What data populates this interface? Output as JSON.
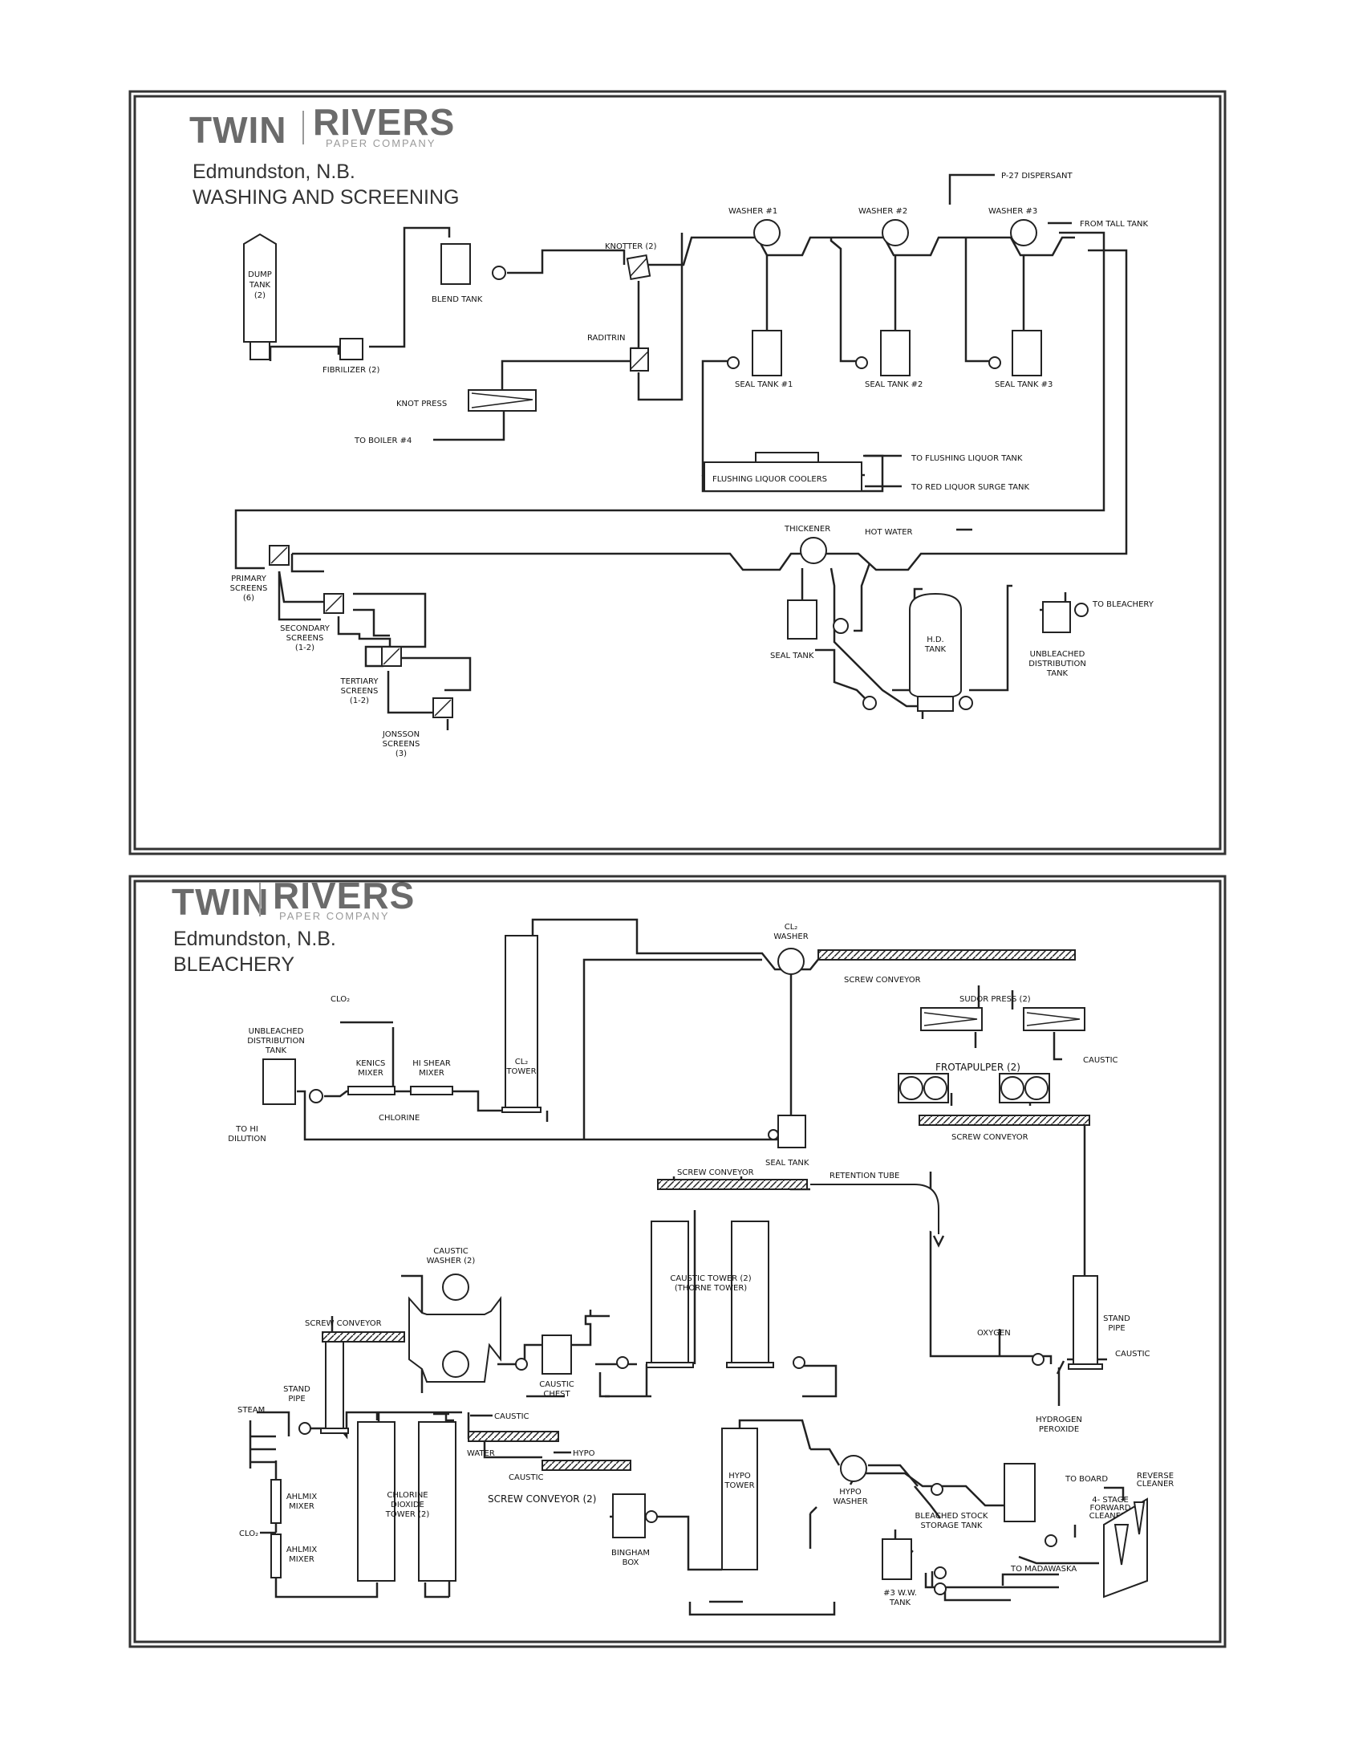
{
  "panels": [
    {
      "brand": {
        "name_left": "TWIN",
        "name_right": "RIVERS",
        "subtitle": "PAPER COMPANY"
      },
      "location": "Edmundston, N.B.",
      "section": "WASHING AND SCREENING",
      "labels": {
        "dump_tank": [
          "DUMP",
          "TANK",
          "(2)"
        ],
        "fiberizer": "FIBRILIZER (2)",
        "blend_tank": "BLEND TANK",
        "knotter": "KNOTTER (2)",
        "radiator": "RADITRIN",
        "knot_press": "KNOT PRESS",
        "to_boiler": "TO BOILER #4",
        "washer1": "WASHER #1",
        "washer2": "WASHER #2",
        "washer3": "WASHER #3",
        "p27": "P-27 DISPERSANT",
        "from_tall": "FROM TALL TANK",
        "seal1": "SEAL TANK #1",
        "seal2": "SEAL TANK #2",
        "seal3": "SEAL TANK #3",
        "coolers": "FLUSHING LIQUOR COOLERS",
        "to_flushing": "TO FLUSHING LIQUOR TANK",
        "to_red": "TO RED LIQUOR SURGE TANK",
        "thickener": "THICKENER",
        "hot_water": "HOT WATER",
        "primary": [
          "PRIMARY",
          "SCREENS",
          "(6)"
        ],
        "secondary": [
          "SECONDARY",
          "SCREENS",
          "(1-2)"
        ],
        "tertiary": [
          "TERTIARY",
          "SCREENS",
          "(1-2)"
        ],
        "jonsson": [
          "JONSSON",
          "SCREENS",
          "(3)"
        ],
        "seal_tank": "SEAL TANK",
        "hd_tank": [
          "H.D.",
          "TANK"
        ],
        "unbleached": [
          "UNBLEACHED",
          "DISTRIBUTION",
          "TANK"
        ],
        "to_bleachery": "TO BLEACHERY"
      }
    },
    {
      "brand": {
        "name_left": "TWIN",
        "name_right": "RIVERS",
        "subtitle": "PAPER COMPANY"
      },
      "location": "Edmundston, N.B.",
      "section": "BLEACHERY",
      "labels": {
        "clo2_top": "CLO₂",
        "unbleached": [
          "UNBLEACHED",
          "DISTRIBUTION",
          "TANK"
        ],
        "kenics": [
          "KENICS",
          "MIXER"
        ],
        "hi_shear": [
          "HI SHEAR",
          "MIXER"
        ],
        "chlorine": "CHLORINE",
        "cl2_tower": [
          "CL₂",
          "TOWER"
        ],
        "to_hi": [
          "TO HI",
          "DILUTION"
        ],
        "cl2_washer": [
          "CL₂",
          "WASHER"
        ],
        "screw_conveyor": "SCREW CONVEYOR",
        "sudor_press": "SUDOR PRESS (2)",
        "caustic": "CAUSTIC",
        "frotapulper": "FROTAPULPER (2)",
        "seal_tank": "SEAL TANK",
        "screw_conveyor_2": "SCREW CONVEYOR",
        "screw_conveyor_3": "SCREW CONVEYOR",
        "retention_tube": "RETENTION TUBE",
        "caustic_washer": [
          "CAUSTIC",
          "WASHER (2)"
        ],
        "caustic_tower": [
          "CAUSTIC TOWER (2)",
          "(THORNE TOWER)"
        ],
        "screw_conveyor_4": "SCREW CONVEYOR",
        "oxygen": "OXYGEN",
        "stand_pipe_r": [
          "STAND",
          "PIPE"
        ],
        "caustic_r": "CAUSTIC",
        "stand_pipe_l": [
          "STAND",
          "PIPE"
        ],
        "caustic_chest": [
          "CAUSTIC",
          "CHEST"
        ],
        "hydrogen": [
          "HYDROGEN",
          "PEROXIDE"
        ],
        "steam": "STEAM",
        "caustic_2": "CAUSTIC",
        "water": "WATER",
        "hypo_in": "HYPO",
        "caustic_3": "CAUSTIC",
        "ahlmix1": [
          "AHLMIX",
          "MIXER"
        ],
        "clo2_bottom": "CLO₂",
        "ahlmix2": [
          "AHLMIX",
          "MIXER"
        ],
        "chlorine_dioxide": [
          "CHLORINE",
          "DIOXIDE",
          "TOWER (2)"
        ],
        "screw_conveyor_5": "SCREW CONVEYOR (2)",
        "bingham": [
          "BINGHAM",
          "BOX"
        ],
        "hypo_tower": [
          "HYPO",
          "TOWER"
        ],
        "hypo_washer": [
          "HYPO",
          "WASHER"
        ],
        "bleached_stock": [
          "BLEACHED STOCK",
          "STORAGE TANK"
        ],
        "to_board": "TO BOARD",
        "reverse_cleaner": [
          "REVERSE",
          "CLEANER"
        ],
        "stage_cleaners": [
          "4- STAGE",
          "FORWARD",
          "CLEANERS"
        ],
        "ww_tank": [
          "#3 W.W.",
          "TANK"
        ],
        "to_madawaska": "TO MADAWASKA"
      }
    }
  ]
}
